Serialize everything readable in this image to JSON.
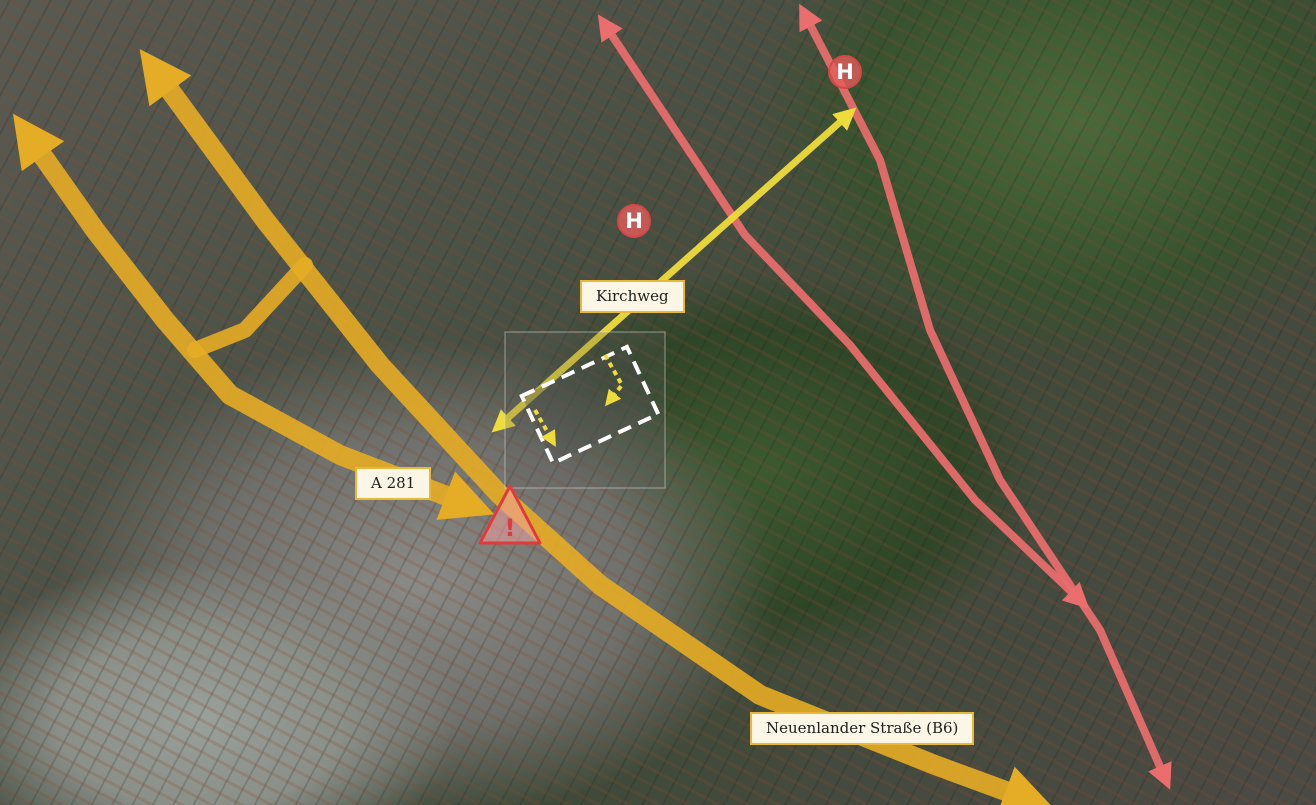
{
  "labels": {
    "kirchweg": "Kirchweg",
    "a281": "A 281",
    "neuenlander": "Neuenlander Straße (B6)"
  },
  "markers": {
    "stop_symbol": "H",
    "warning_symbol": "!"
  },
  "icons": {
    "stop": "bus-stop-icon",
    "warning": "warning-triangle-icon"
  },
  "colors": {
    "main_route": "#e5ac25",
    "access_route": "#eedc3a",
    "pedestrian_route": "#ea6e6e",
    "site_outline": "#ffffff",
    "label_border": "#e8b83a",
    "warning": "#e03b3b"
  }
}
